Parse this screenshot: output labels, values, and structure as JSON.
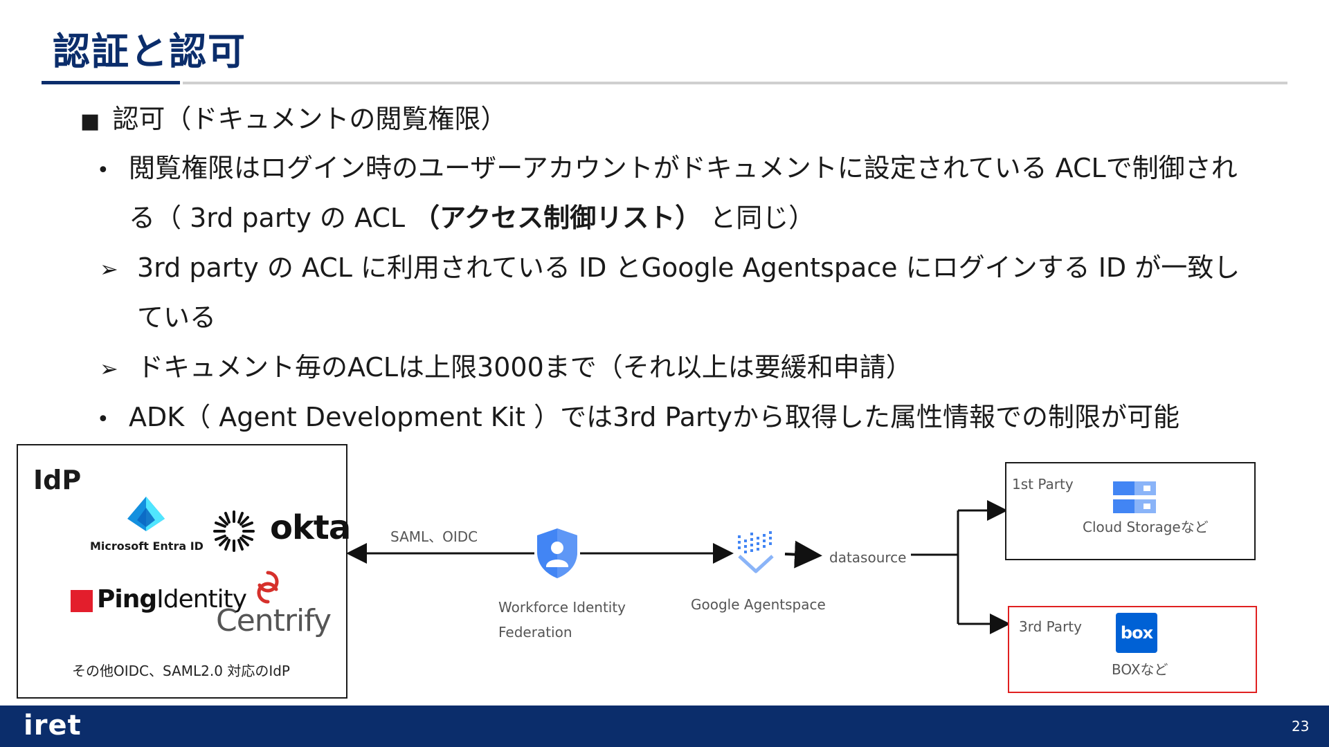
{
  "slide": {
    "title": "認証と認可",
    "page_number": "23"
  },
  "bullets": {
    "section_marker": "■",
    "section": "認可（ドキュメントの閲覧権限）",
    "item1_marker": "•",
    "item1_line1": "閲覧権限はログイン時のユーザーアカウントがドキュメントに設定されている ACLで制御され",
    "item1_line2_prefix": "る（ 3rd party の ACL ",
    "item1_line2_bold": "（アクセス制御リスト）",
    "item1_line2_suffix": " と同じ）",
    "sub_marker": "➢",
    "sub1_line1": "3rd party の ACL に利用されている ID とGoogle Agentspace にログインする ID が一致し",
    "sub1_line2": "ている",
    "sub2": "ドキュメント毎のACLは上限3000まで（それ以上は要緩和申請）",
    "item2_marker": "•",
    "item2": "ADK（ Agent Development Kit ）では3rd Partyから取得した属性情報での制限が可能"
  },
  "diagram": {
    "idp_title": "IdP",
    "idp_logos": {
      "entra": "Microsoft Entra ID",
      "okta": "okta",
      "ping_bold": "Ping",
      "ping_light": "Identity",
      "centrify": "Centrify"
    },
    "idp_caption": "その他OIDC、SAML2.0 対応のIdP",
    "protocol_label": "SAML、OIDC",
    "wif_label_1": "Workforce Identity",
    "wif_label_2": "Federation",
    "agentspace_label": "Google Agentspace",
    "datasource_label": "datasource",
    "first_party": {
      "label": "1st Party",
      "caption": "Cloud Storageなど"
    },
    "third_party": {
      "label": "3rd Party",
      "caption": "BOXなど",
      "logo": "box"
    }
  },
  "footer": {
    "brand": "iret"
  },
  "colors": {
    "navy": "#0b2d6b",
    "shield_blue": "#4285f4",
    "box_blue": "#0061d5",
    "third_party_border": "#e02020",
    "ping_red": "#e31e2c",
    "centrify_red": "#d6302b"
  }
}
